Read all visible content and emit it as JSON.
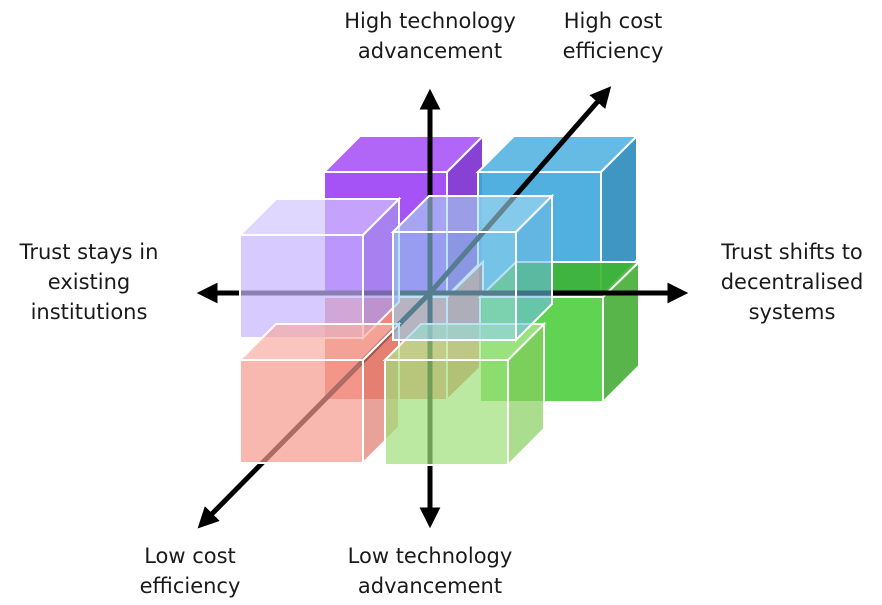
{
  "colors": {
    "purple": "#9b3ff5",
    "blue": "#2e9fd6",
    "green": "#4fce3f",
    "lavender": "#c4b4ff",
    "light_blue": "#8fd0ee",
    "salmon": "#f59a8e",
    "light_green": "#a0e07a",
    "axis": "#000000",
    "edge": "#ffffff"
  },
  "icons": {
    "arrow": "arrowhead-icon"
  },
  "labels": {
    "top": [
      "High technology",
      "advancement"
    ],
    "top_right": [
      "High cost",
      "efficiency"
    ],
    "left": [
      "Trust stays in",
      "existing",
      "institutions"
    ],
    "right": [
      "Trust shifts to",
      "decentralised",
      "systems"
    ],
    "bottom_left": [
      "Low cost",
      "efficiency"
    ],
    "bottom": [
      "Low technology",
      "advancement"
    ]
  }
}
